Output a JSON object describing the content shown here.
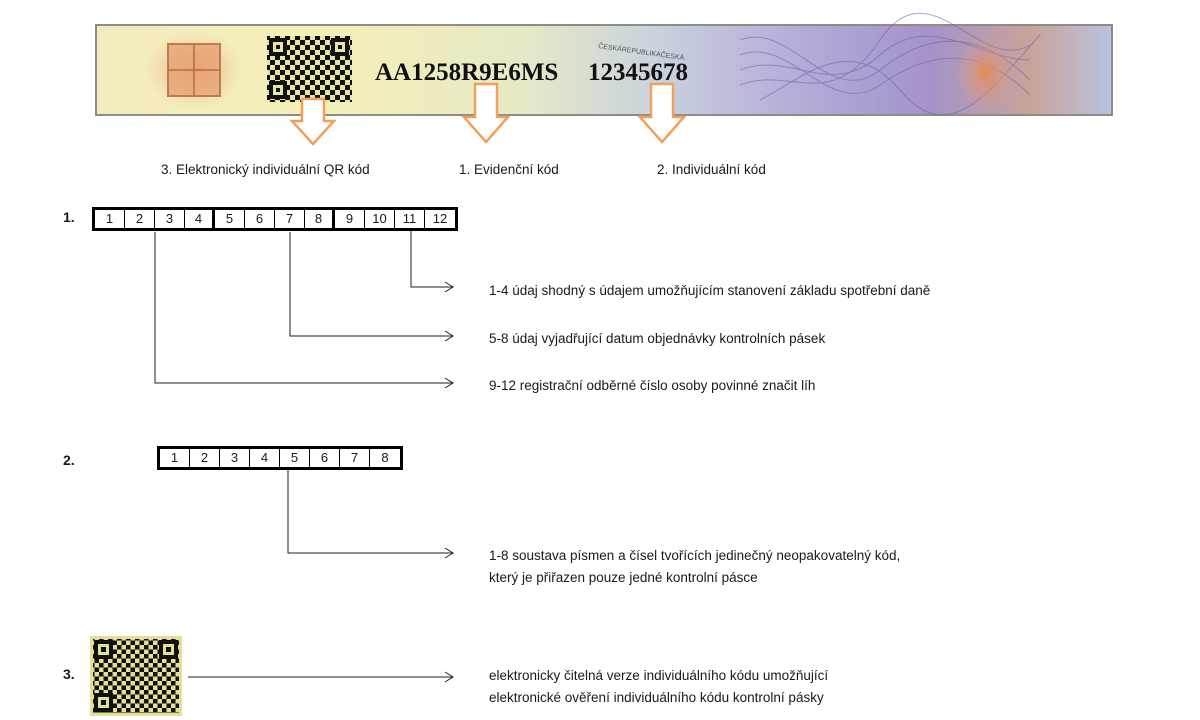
{
  "stamp": {
    "code_text": "AA1258R9E6MS",
    "number_text": "12345678",
    "microtext": "ČESKÁREPUBLIKAČESKÁ"
  },
  "labels": {
    "qr": "3. Elektronický individuální QR kód",
    "evidencni": "1. Evidenční kód",
    "individualni": "2. Individuální kód"
  },
  "sections": [
    {
      "number": "1.",
      "cells": [
        "1",
        "2",
        "3",
        "4",
        "5",
        "6",
        "7",
        "8",
        "9",
        "10",
        "11",
        "12"
      ],
      "descriptions": [
        "1-4 údaj shodný s údajem umožňujícím stanovení základu spotřební daně",
        "5-8 údaj vyjadřující datum objednávky kontrolních pásek",
        "9-12 registrační odběrné číslo osoby povinné značit líh"
      ]
    },
    {
      "number": "2.",
      "cells": [
        "1",
        "2",
        "3",
        "4",
        "5",
        "6",
        "7",
        "8"
      ],
      "descriptions": [
        "1-8 soustava písmen a čísel tvořících jedinečný neopakovatelný kód,",
        "který je přiřazen pouze jedné kontrolní pásce"
      ]
    },
    {
      "number": "3.",
      "descriptions": [
        "elektronicky čitelná verze individuálního kódu umožňující",
        "elektronické ověření individuálního kódu kontrolní pásky"
      ]
    }
  ],
  "colors": {
    "arrow_orange": "#F0A05A",
    "line": "#222222",
    "stamp_yellow": "#EEE6A8",
    "stamp_purple": "#A493C9"
  }
}
